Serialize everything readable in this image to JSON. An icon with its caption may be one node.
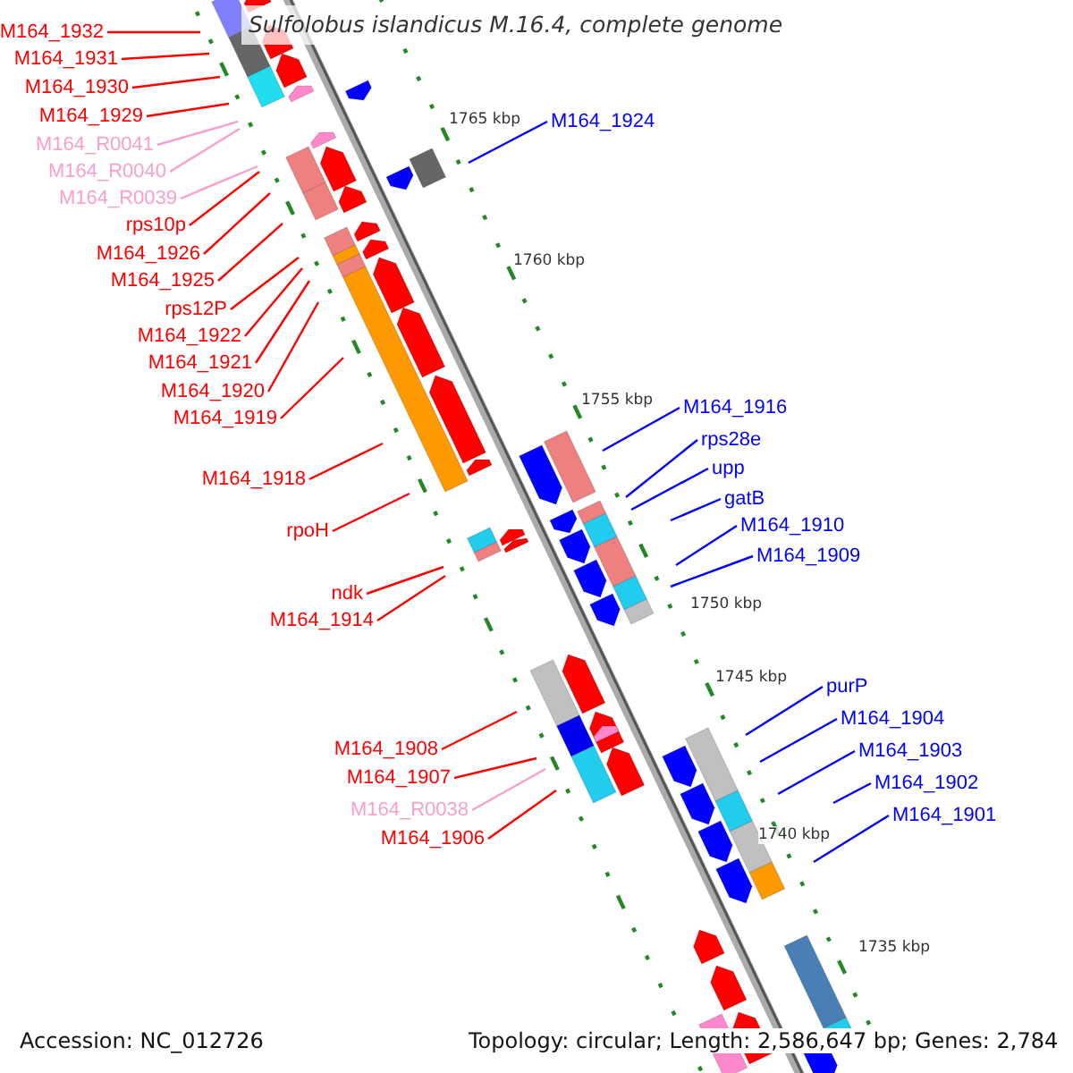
{
  "diagram": {
    "title": "Sulfolobus islandicus M.16.4, complete genome",
    "nodes": [
      {
        "text": [
          "M164_1932"
        ]
      },
      {
        "text": [
          "M164_1931"
        ]
      },
      {
        "text": [
          "M164_1930"
        ]
      },
      {
        "text": [
          "M164_1929"
        ]
      },
      {
        "text": [
          "M164_R0041"
        ]
      },
      {
        "text": [
          "M164_R0040"
        ]
      },
      {
        "text": [
          "M164_R0039"
        ]
      },
      {
        "text": [
          "rps10p"
        ]
      },
      {
        "text": [
          "M164_1926"
        ]
      },
      {
        "text": [
          "M164_1925"
        ]
      },
      {
        "text": [
          "rps12P"
        ]
      },
      {
        "text": [
          "M164_1922"
        ]
      },
      {
        "text": [
          "M164_1921"
        ]
      },
      {
        "text": [
          "M164_1920"
        ]
      },
      {
        "text": [
          "M164_1919"
        ]
      },
      {
        "text": [
          "M164_1918"
        ]
      },
      {
        "text": [
          "rpoH"
        ]
      },
      {
        "text": [
          "ndk"
        ]
      },
      {
        "text": [
          "M164_1914"
        ]
      },
      {
        "text": [
          "M164_1924"
        ]
      },
      {
        "text": [
          "M164_1916"
        ]
      },
      {
        "text": [
          "rps28e"
        ]
      },
      {
        "text": [
          "upp"
        ]
      },
      {
        "text": [
          "gatB"
        ]
      },
      {
        "text": [
          "M164_1910"
        ]
      },
      {
        "text": [
          "M164_1909"
        ]
      },
      {
        "text": [
          "M164_1908"
        ]
      },
      {
        "text": [
          "M164_1907"
        ]
      },
      {
        "text": [
          "M164_R0038"
        ]
      },
      {
        "text": [
          "M164_1906"
        ]
      },
      {
        "text": [
          "purP"
        ]
      },
      {
        "text": [
          "M164_1904"
        ]
      },
      {
        "text": [
          "M164_1903"
        ]
      },
      {
        "text": [
          "M164_1902"
        ]
      },
      {
        "text": [
          "M164_1901"
        ]
      }
    ],
    "edges": [
      {
        "from": 0,
        "to": null,
        "arrow": "none"
      },
      {
        "from": 1,
        "to": null,
        "arrow": "none"
      },
      {
        "from": 2,
        "to": null,
        "arrow": "none"
      },
      {
        "from": 3,
        "to": null,
        "arrow": "none"
      },
      {
        "from": 4,
        "to": null,
        "arrow": "none",
        "color": "#f7a0d0"
      },
      {
        "from": 5,
        "to": null,
        "arrow": "none",
        "color": "#f7a0d0"
      },
      {
        "from": 6,
        "to": null,
        "arrow": "none",
        "color": "#f7a0d0"
      },
      {
        "from": 7,
        "to": null,
        "arrow": "none"
      },
      {
        "from": 8,
        "to": null,
        "arrow": "none"
      },
      {
        "from": 9,
        "to": null,
        "arrow": "none"
      },
      {
        "from": 10,
        "to": null,
        "arrow": "none"
      },
      {
        "from": 11,
        "to": null,
        "arrow": "none"
      },
      {
        "from": 12,
        "to": null,
        "arrow": "none"
      },
      {
        "from": 13,
        "to": null,
        "arrow": "none"
      },
      {
        "from": 14,
        "to": null,
        "arrow": "none"
      },
      {
        "from": 15,
        "to": null,
        "arrow": "none"
      },
      {
        "from": 16,
        "to": null,
        "arrow": "none"
      },
      {
        "from": 17,
        "to": null,
        "arrow": "none"
      },
      {
        "from": 18,
        "to": null,
        "arrow": "none"
      },
      {
        "from": 19,
        "to": null,
        "arrow": "none",
        "color": "#0000ff"
      },
      {
        "from": 20,
        "to": null,
        "arrow": "none",
        "color": "#0000ff"
      },
      {
        "from": 21,
        "to": null,
        "arrow": "none",
        "color": "#0000ff"
      },
      {
        "from": 22,
        "to": null,
        "arrow": "none",
        "color": "#0000ff"
      },
      {
        "from": 23,
        "to": null,
        "arrow": "none",
        "color": "#0000ff"
      },
      {
        "from": 24,
        "to": null,
        "arrow": "none",
        "color": "#0000ff"
      },
      {
        "from": 25,
        "to": null,
        "arrow": "none",
        "color": "#0000ff"
      },
      {
        "from": 26,
        "to": null,
        "arrow": "none"
      },
      {
        "from": 27,
        "to": null,
        "arrow": "none"
      },
      {
        "from": 28,
        "to": null,
        "arrow": "none",
        "color": "#f7a0d0"
      },
      {
        "from": 29,
        "to": null,
        "arrow": "none"
      },
      {
        "from": 30,
        "to": null,
        "arrow": "none",
        "color": "#0000ff"
      },
      {
        "from": 31,
        "to": null,
        "arrow": "none",
        "color": "#0000ff"
      },
      {
        "from": 32,
        "to": null,
        "arrow": "none",
        "color": "#0000ff"
      },
      {
        "from": 33,
        "to": null,
        "arrow": "none",
        "color": "#0000ff"
      },
      {
        "from": 34,
        "to": null,
        "arrow": "none",
        "color": "#0000ff"
      }
    ],
    "labels": [
      "1765 kbp",
      "1760 kbp",
      "1755 kbp",
      "1750 kbp",
      "1745 kbp",
      "1740 kbp",
      "1735 kbp",
      "Accession: NC_012726",
      "Topology: circular; Length: 2,586,647 bp; Genes: 2,784"
    ]
  }
}
